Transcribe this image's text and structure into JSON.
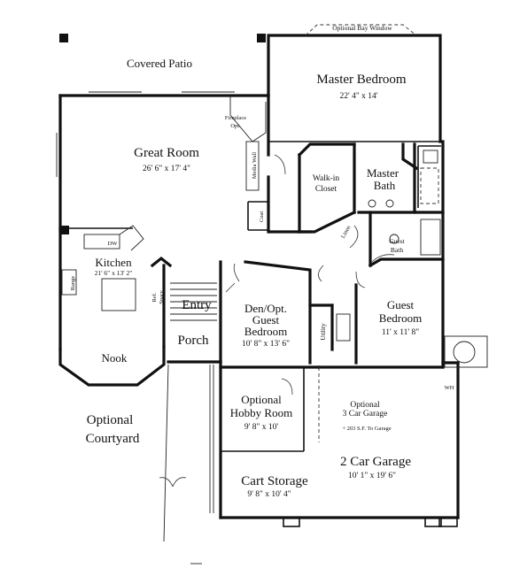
{
  "rooms": {
    "optional_bay_window": "Optional Bay Window",
    "covered_patio": "Covered Patio",
    "master_bedroom": {
      "name": "Master Bedroom",
      "size": "22' 4\"  x  14'"
    },
    "fireplace_opt": [
      "Fireplace",
      "Opt."
    ],
    "great_room": {
      "name": "Great Room",
      "size": "26' 6\"  x  17' 4\""
    },
    "media_wall": "Media Wall",
    "walk_in_closet": [
      "Walk-in",
      "Closet"
    ],
    "master_bath": [
      "Master",
      "Bath"
    ],
    "coat": "Coat",
    "linen": "Linen",
    "guest_bath": [
      "Guest",
      "Bath"
    ],
    "dw": "DW",
    "kitchen": {
      "name": "Kitchen",
      "size": "21' 6\"  x  13' 2\""
    },
    "range": "Range",
    "ref_space": [
      "Ref.",
      "Space"
    ],
    "entry": "Entry",
    "den": {
      "name": [
        "Den/Opt.",
        "Guest",
        "Bedroom"
      ],
      "size": "10' 8\"  x  13'  6\""
    },
    "guest_bedroom": {
      "name": [
        "Guest",
        "Bedroom"
      ],
      "size": "11' x  11' 8\""
    },
    "utility": "Utility",
    "porch": "Porch",
    "nook": "Nook",
    "wh": "WH",
    "optional_courtyard": [
      "Optional",
      "Courtyard"
    ],
    "optional_hobby_room": {
      "name": [
        "Optional",
        "Hobby Room"
      ],
      "size": "9'  8\"  x  10'"
    },
    "optional_3car": {
      "name": [
        "Optional",
        "3 Car Garage"
      ],
      "note": "+ 203  S.F. To Garage"
    },
    "two_car_garage": {
      "name": "2 Car Garage",
      "size": "10' 1\"  x  19' 6\""
    },
    "cart_storage": {
      "name": "Cart Storage",
      "size": "9'  8\"  x  10'  4\""
    }
  }
}
